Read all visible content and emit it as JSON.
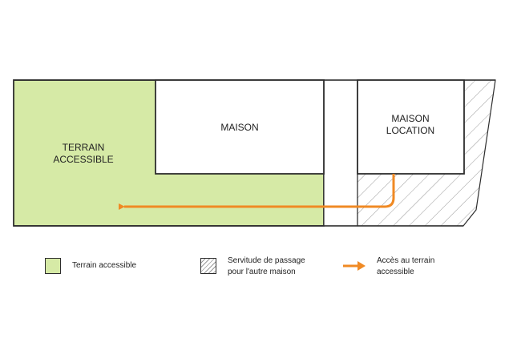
{
  "plan": {
    "maison_label": "MAISON",
    "maison_location_label_line1": "MAISON",
    "maison_location_label_line2": "LOCATION",
    "terrain_label_line1": "TERRAIN",
    "terrain_label_line2": "ACCESSIBLE"
  },
  "legend": {
    "terrain": "Terrain accessible",
    "servitude": "Servitude de passage\npour l'autre maison",
    "acces": "Accès au terrain\naccessible"
  },
  "colors": {
    "terrain_fill": "#d6eaa6",
    "arrow": "#f08a24",
    "outline": "#2d2d2d"
  }
}
